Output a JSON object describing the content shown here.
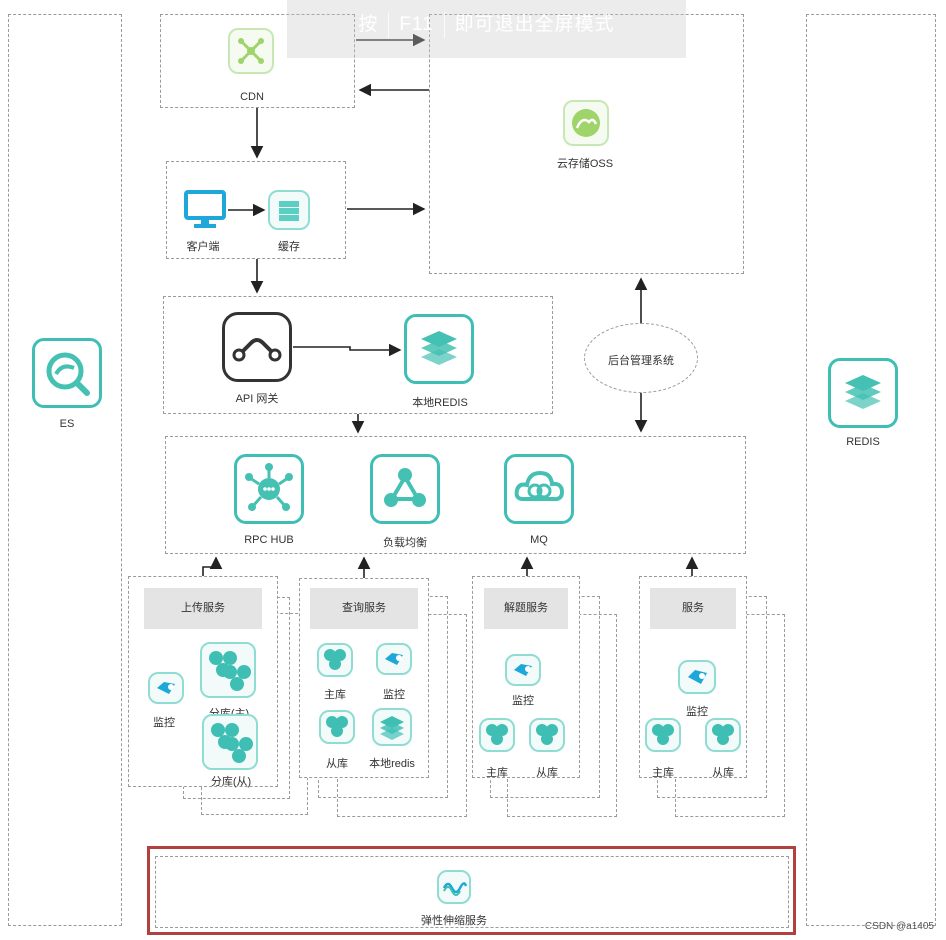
{
  "banner": {
    "key_hint": "按",
    "key": "F11",
    "message": "即可退出全屏模式"
  },
  "cdn": {
    "label": "CDN"
  },
  "oss": {
    "label": "云存储OSS"
  },
  "client": {
    "label": "客户端"
  },
  "cache": {
    "label": "缓存"
  },
  "gateway": {
    "label": "API 网关"
  },
  "local_redis": {
    "label": "本地REDIS"
  },
  "admin": {
    "label": "后台管理系统"
  },
  "es": {
    "label": "ES"
  },
  "redis": {
    "label": "REDIS"
  },
  "rpc_hub": {
    "label": "RPC HUB"
  },
  "load_balance": {
    "label": "负载均衡"
  },
  "mq": {
    "label": "MQ"
  },
  "upload": {
    "title": "上传服务",
    "monitor": "监控",
    "shard_master": "分库(主)",
    "shard_slave": "分库(从)"
  },
  "query": {
    "title": "查询服务",
    "master": "主库",
    "monitor": "监控",
    "slave": "从库",
    "local_redis": "本地redis"
  },
  "decode": {
    "title": "解题服务",
    "monitor": "监控",
    "master": "主库",
    "slave": "从库"
  },
  "service": {
    "title": "服务",
    "monitor": "监控",
    "master": "主库",
    "slave": "从库"
  },
  "elastic": {
    "label": "弹性伸缩服务"
  },
  "watermark": "CSDN @a1405"
}
